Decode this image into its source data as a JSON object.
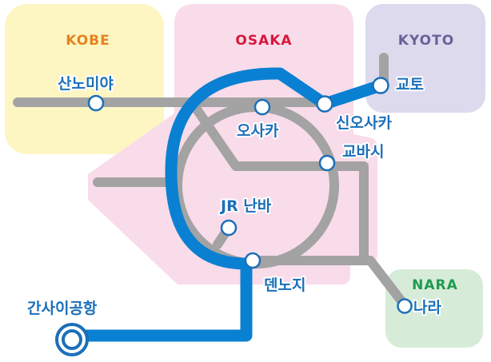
{
  "colors": {
    "kobe_bg": "#fdf6c3",
    "kobe_text": "#e8821e",
    "osaka_bg": "#f9dce9",
    "osaka_text": "#d9163e",
    "kyoto_bg": "#dddaee",
    "kyoto_text": "#6b6198",
    "nara_bg": "#d7ecd8",
    "nara_text": "#1f9a50",
    "jr_line": "#a3a3a3",
    "express_line": "#0a80d2",
    "station_text": "#1b6fb8"
  },
  "regions": {
    "kobe": "KOBE",
    "osaka": "OSAKA",
    "kyoto": "KYOTO",
    "nara": "NARA"
  },
  "stations": {
    "sannomiya": "산노미야",
    "osaka": "오사카",
    "shin_osaka": "신오사카",
    "kyoto": "교토",
    "kyobashi": "교바시",
    "jr_namba": "JR 난바",
    "tennoji": "덴노지",
    "kansai_airport": "간사이공항",
    "nara": "나라"
  }
}
